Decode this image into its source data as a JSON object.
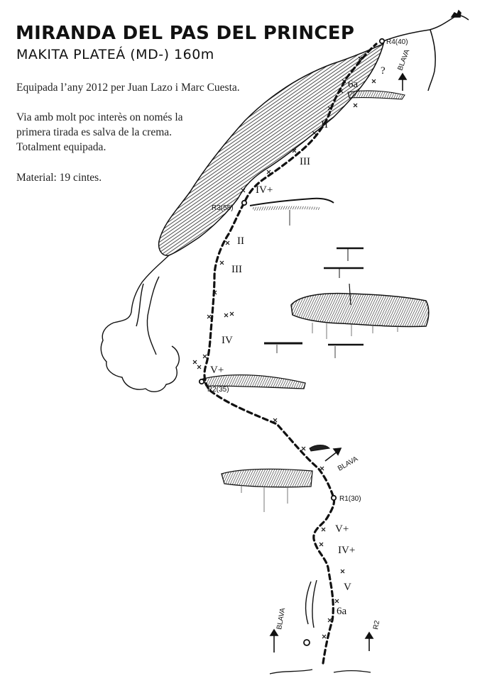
{
  "header": {
    "title": "MIRANDA DEL PAS DEL PRINCEP",
    "subtitle": "MAKITA PLATEÁ (MD-) 160m"
  },
  "description": {
    "line1": "Equipada l’any 2012 per Juan Lazo i Marc Cuesta.",
    "line2": "Via amb molt poc interès on només la",
    "line3": "primera tirada es salva de la crema.",
    "line4": "Totalment equipada.",
    "line5": "Material: 19 cintes."
  },
  "topo": {
    "belays": {
      "r1": "R1(30)",
      "r2": "R2(35)",
      "r3": "R3(55)",
      "r4": "R4(40)"
    },
    "grades": {
      "g_6a_bottom": "6a",
      "g_V_bottom": "V",
      "g_IV_plus_low": "IV+",
      "g_V_plus_low": "V+",
      "g_V_plus_mid": "V+",
      "g_IV_mid": "IV",
      "g_III_mid": "III",
      "g_II_mid": "II",
      "g_IV_plus_upper": "IV+",
      "g_III_upper": "III",
      "g_II_upper": "II",
      "g_6a_top": "6a",
      "question": "?"
    },
    "arrows": {
      "blava_top": "BLAVA",
      "blava_mid": "BLAVA",
      "blava_bottom": "BLAVA",
      "r2_bottom": "R2"
    }
  }
}
